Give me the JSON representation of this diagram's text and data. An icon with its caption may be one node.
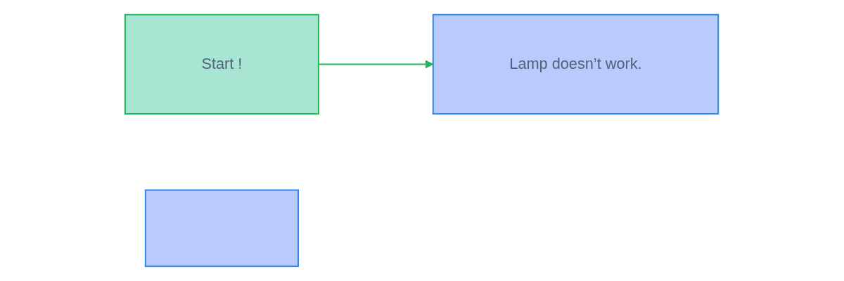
{
  "diagram": {
    "nodes": [
      {
        "text": [
          "Start !"
        ]
      },
      {
        "text": [
          "Lamp doesn’t work."
        ]
      },
      {
        "text": [],
        "shape": "box"
      }
    ],
    "edges": [
      {
        "from": 0,
        "to": 1,
        "arrow": "to",
        "color": "#1fb85a"
      }
    ]
  }
}
